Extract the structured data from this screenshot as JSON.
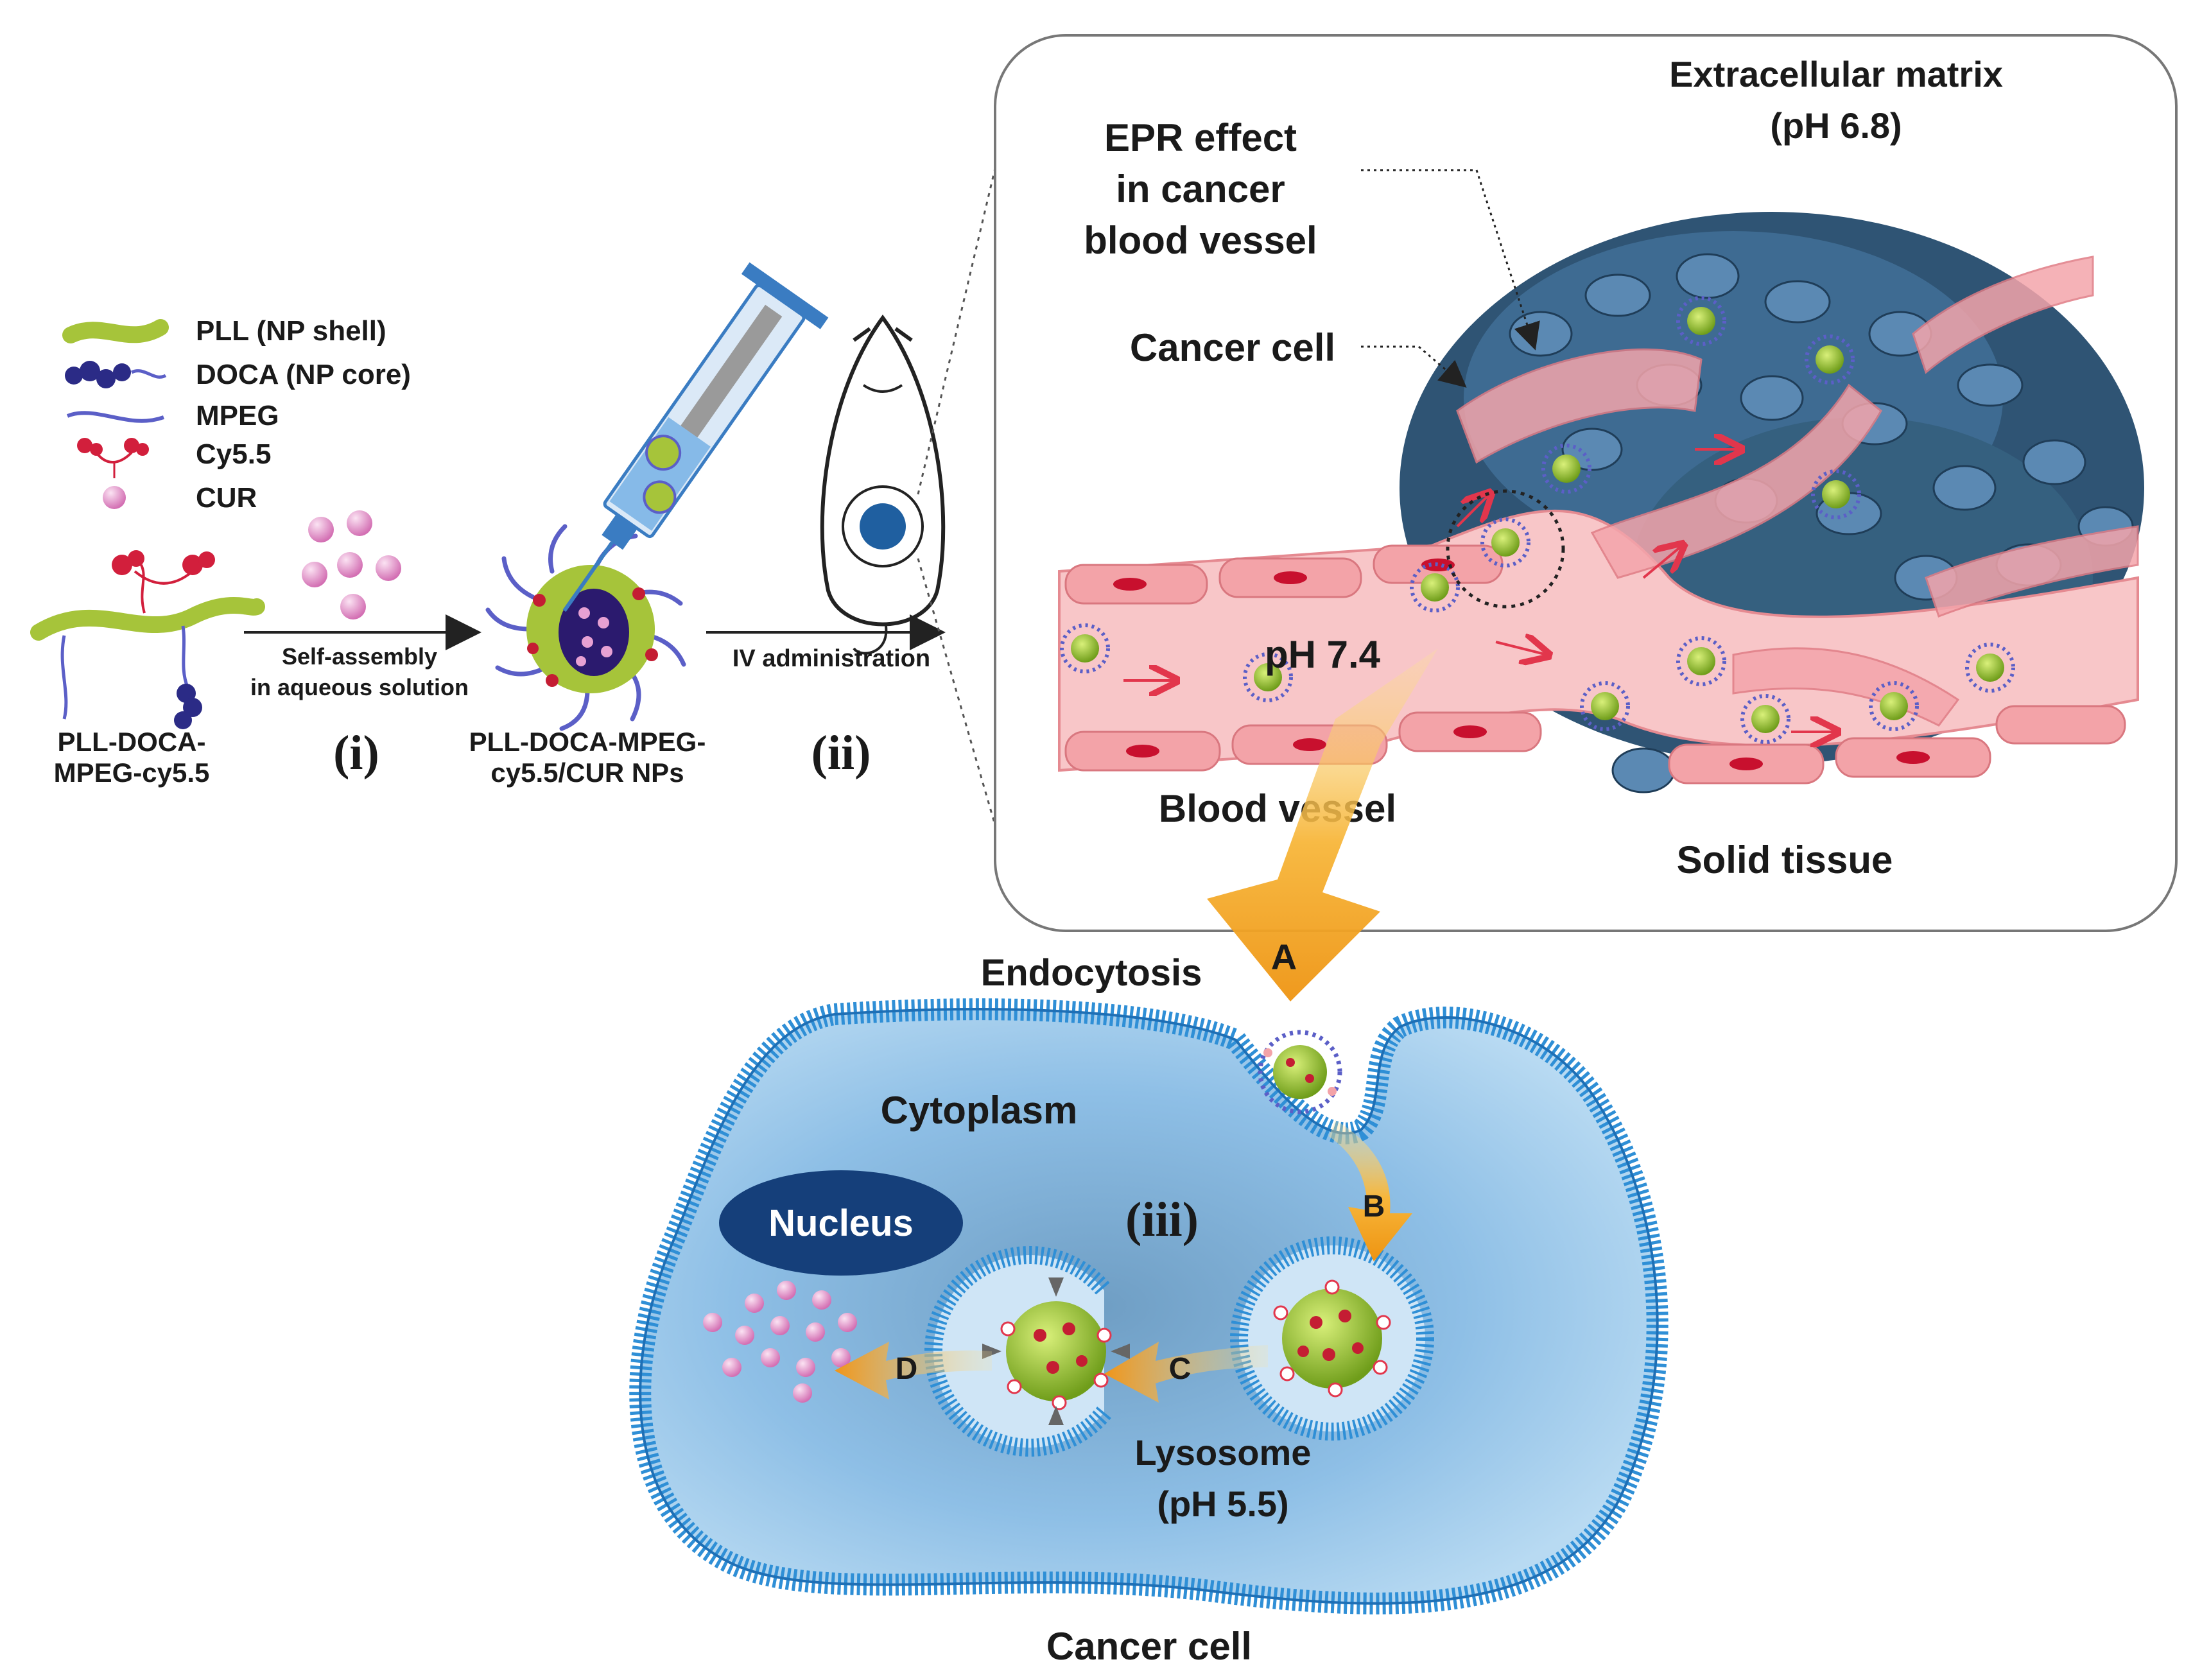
{
  "legend": {
    "items": [
      {
        "icon": "pll-shell-icon",
        "label": "PLL (NP shell)",
        "color": "#a6c43a"
      },
      {
        "icon": "doca-core-icon",
        "label": "DOCA (NP core)",
        "color": "#2b2b86"
      },
      {
        "icon": "mpeg-chain-icon",
        "label": "MPEG",
        "color": "#5b5fc7"
      },
      {
        "icon": "cy55-dye-icon",
        "label": "Cy5.5",
        "color": "#d21f3c"
      },
      {
        "icon": "cur-drug-icon",
        "label": "CUR",
        "color": "#e7a1d3"
      }
    ]
  },
  "process": {
    "polymer_label": [
      "PLL-DOCA-",
      "MPEG-cy5.5"
    ],
    "step1_caption": [
      "Self-assembly",
      "in aqueous solution"
    ],
    "step1_numeral": "(i)",
    "nanoparticle_label": [
      "PLL-DOCA-MPEG-",
      "cy5.5/CUR NPs"
    ],
    "step2_caption": "IV administration",
    "step2_numeral": "(ii)"
  },
  "tumor_panel": {
    "extracellular": [
      "Extracellular matrix",
      "(pH 6.8)"
    ],
    "epr": [
      "EPR effect",
      "in cancer",
      "blood vessel"
    ],
    "cancer_cell_label": "Cancer cell",
    "blood_ph": "pH 7.4",
    "blood_vessel_label": "Blood vessel",
    "solid_tissue_label": "Solid tissue"
  },
  "cell": {
    "endocytosis": "Endocytosis",
    "step_a": "A",
    "step_b": "B",
    "step_c": "C",
    "step_d": "D",
    "cytoplasm": "Cytoplasm",
    "nucleus": "Nucleus",
    "step3_numeral": "(iii)",
    "lysosome": [
      "Lysosome",
      "(pH 5.5)"
    ],
    "cancer_cell_label": "Cancer cell"
  },
  "colors": {
    "membrane": "#2f8fd6",
    "cytoplasm": "#8fc0e6",
    "nucleus": "#153f7a",
    "vessel": "#f3a3a8",
    "tumor": "#33597d",
    "arrow_orange": "#f0a020",
    "np_core": "#9ccd2f"
  }
}
